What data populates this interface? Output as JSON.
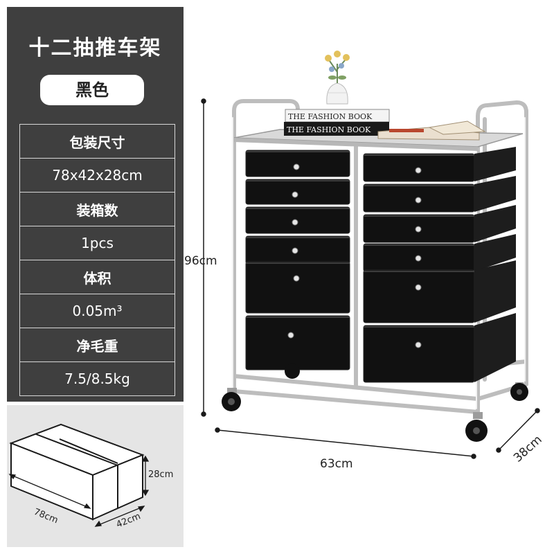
{
  "title": "十二抽推车架",
  "color_label": "黑色",
  "specs": [
    {
      "label": "包装尺寸",
      "value": "78x42x28cm"
    },
    {
      "label": "装箱数",
      "value": "1pcs"
    },
    {
      "label": "体积",
      "value": "0.05m³"
    },
    {
      "label": "净毛重",
      "value": "7.5/8.5kg"
    }
  ],
  "box_dims": {
    "length": "78cm",
    "width": "42cm",
    "height": "28cm"
  },
  "cart_dims": {
    "height": "96cm",
    "width": "63cm",
    "depth": "38cm"
  },
  "book_text": {
    "spine_1": "THE FASHION BOOK",
    "spine_2": "THE FASHION BOOK"
  },
  "colors": {
    "panel": "#3f3f3f",
    "box_area": "#e5e5e5",
    "drawer": "#111111",
    "chrome": "#c9c9c9"
  }
}
